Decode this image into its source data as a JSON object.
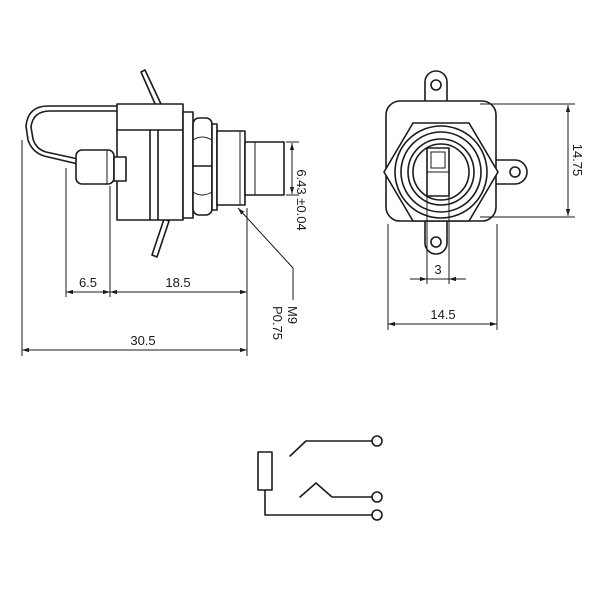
{
  "side_view": {
    "dim_contact": "6.5",
    "dim_body": "18.5",
    "dim_total": "30.5",
    "dim_diameter": "6.43 ±0.04",
    "thread_size": "M9",
    "thread_pitch": "P0.75"
  },
  "front_view": {
    "dim_height": "14.75",
    "dim_slot": "3",
    "dim_width": "14.5"
  }
}
